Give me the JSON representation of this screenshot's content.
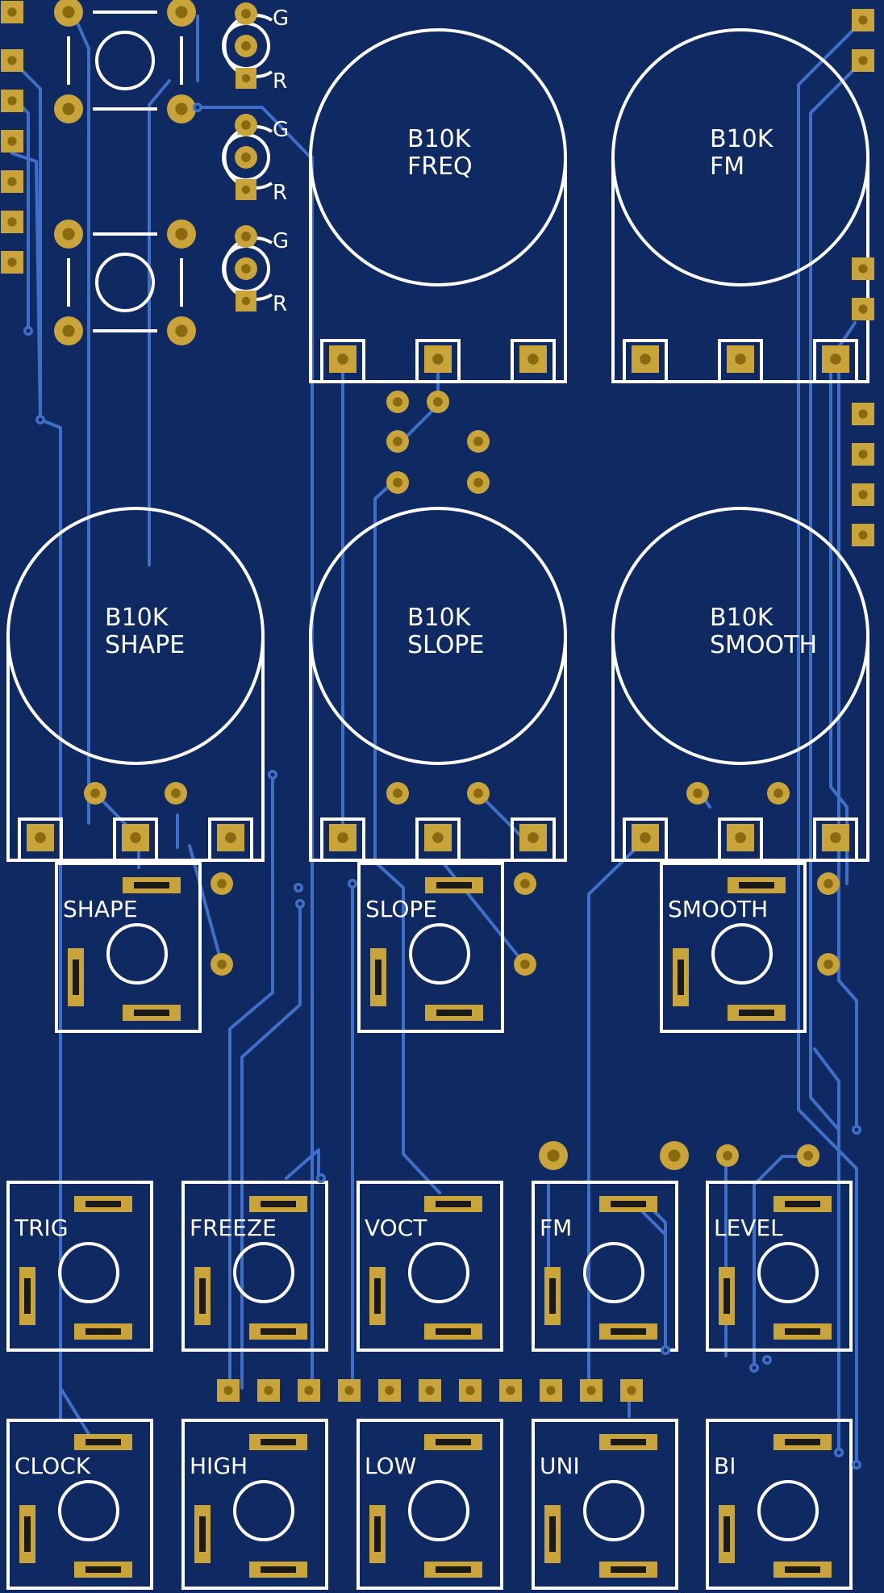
{
  "board": {
    "colors": {
      "substrate": "#0f2a63",
      "trace": "#3f6fc8",
      "silk": "#ffffff",
      "pad": "#c9a43a",
      "pad_dark": "#8a6a10",
      "hole": "#1a1a1a"
    }
  },
  "leds": [
    {
      "id": "led1",
      "top_label": "G",
      "bottom_label": "R"
    },
    {
      "id": "led2",
      "top_label": "G",
      "bottom_label": "R"
    },
    {
      "id": "led3",
      "top_label": "G",
      "bottom_label": "R"
    }
  ],
  "pots": [
    {
      "id": "freq",
      "line1": "B10K",
      "line2": "FREQ"
    },
    {
      "id": "fm",
      "line1": "B10K",
      "line2": "FM"
    },
    {
      "id": "shape",
      "line1": "B10K",
      "line2": "SHAPE"
    },
    {
      "id": "slope",
      "line1": "B10K",
      "line2": "SLOPE"
    },
    {
      "id": "smooth",
      "line1": "B10K",
      "line2": "SMOOTH"
    }
  ],
  "jacks": [
    {
      "id": "shape-jack",
      "label": "SHAPE"
    },
    {
      "id": "slope-jack",
      "label": "SLOPE"
    },
    {
      "id": "smooth-jack",
      "label": "SMOOTH"
    },
    {
      "id": "trig-jack",
      "label": "TRIG"
    },
    {
      "id": "freeze-jack",
      "label": "FREEZE"
    },
    {
      "id": "voct-jack",
      "label": "VOCT"
    },
    {
      "id": "fm-jack",
      "label": "FM"
    },
    {
      "id": "level-jack",
      "label": "LEVEL"
    },
    {
      "id": "clock-jack",
      "label": "CLOCK"
    },
    {
      "id": "high-jack",
      "label": "HIGH"
    },
    {
      "id": "low-jack",
      "label": "LOW"
    },
    {
      "id": "uni-jack",
      "label": "UNI"
    },
    {
      "id": "bi-jack",
      "label": "BI"
    }
  ],
  "icons": {
    "pushbutton": "pushbutton-footprint-icon",
    "via": "via-icon",
    "pad": "square-pad-icon"
  }
}
